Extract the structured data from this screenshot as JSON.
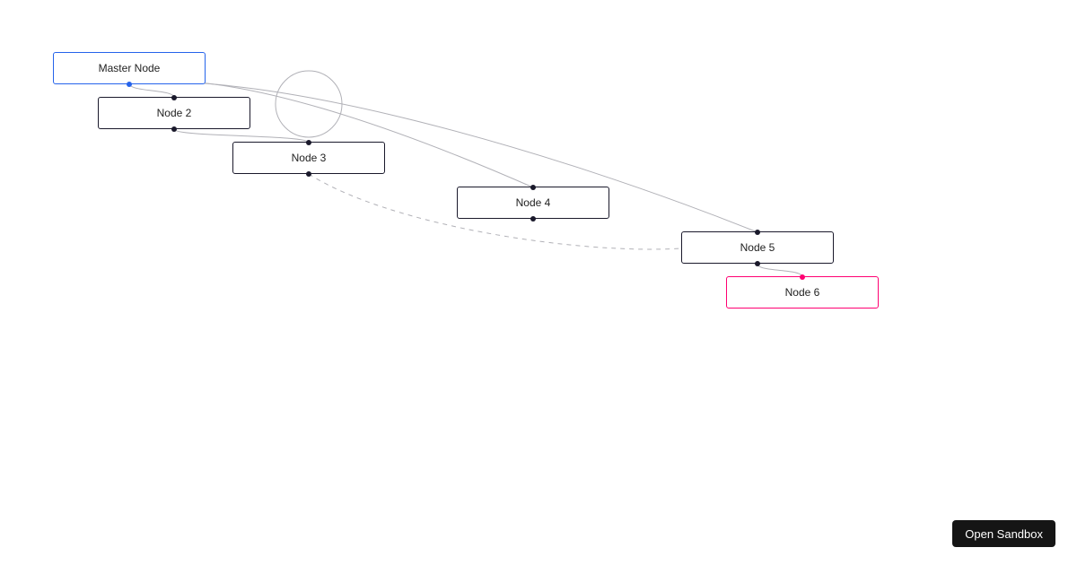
{
  "diagram": {
    "edge_color": "#b1b1b7",
    "nodes": [
      {
        "id": "master",
        "label": "Master Node",
        "accent": "#2563eb",
        "handle_color": "#2563eb",
        "handles": [
          "bottom"
        ]
      },
      {
        "id": "node-2",
        "label": "Node 2",
        "accent": "#1a192b",
        "handle_color": "#1a192b",
        "handles": [
          "top",
          "bottom"
        ]
      },
      {
        "id": "node-3",
        "label": "Node 3",
        "accent": "#1a192b",
        "handle_color": "#1a192b",
        "handles": [
          "top",
          "bottom"
        ]
      },
      {
        "id": "node-4",
        "label": "Node 4",
        "accent": "#1a192b",
        "handle_color": "#1a192b",
        "handles": [
          "top",
          "bottom"
        ]
      },
      {
        "id": "node-5",
        "label": "Node 5",
        "accent": "#1a192b",
        "handle_color": "#1a192b",
        "handles": [
          "top",
          "bottom"
        ]
      },
      {
        "id": "node-6",
        "label": "Node 6",
        "accent": "#ff0072",
        "handle_color": "#ff0072",
        "handles": [
          "top"
        ]
      }
    ],
    "edges": [
      {
        "source": "master",
        "target": "node-2",
        "style": "solid"
      },
      {
        "source": "master",
        "target": "node-4",
        "style": "solid"
      },
      {
        "source": "master",
        "target": "node-5",
        "style": "solid"
      },
      {
        "source": "node-2",
        "target": "node-3",
        "style": "solid"
      },
      {
        "source": "node-3",
        "target": "node-3",
        "style": "circle"
      },
      {
        "source": "node-3",
        "target": "node-5",
        "style": "dashed"
      },
      {
        "source": "node-5",
        "target": "node-6",
        "style": "solid"
      }
    ]
  },
  "overlay": {
    "open_sandbox_label": "Open Sandbox"
  }
}
